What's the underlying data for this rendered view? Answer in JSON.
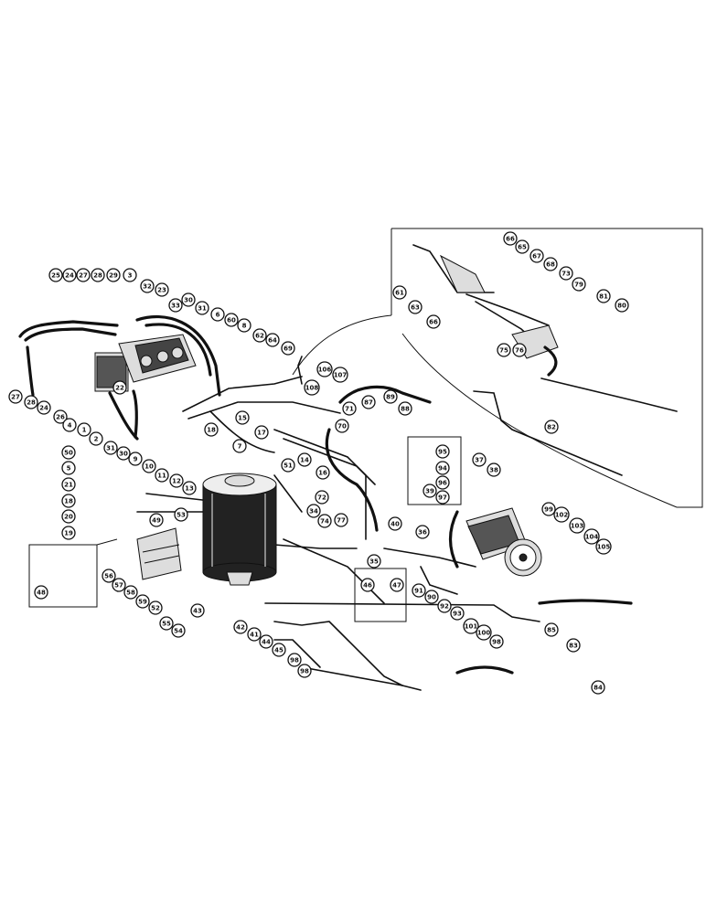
{
  "callouts": [
    {
      "id": "c25",
      "label": "25"
    },
    {
      "id": "c24a",
      "label": "24"
    },
    {
      "id": "c27a",
      "label": "27"
    },
    {
      "id": "c28a",
      "label": "28"
    },
    {
      "id": "c29",
      "label": "29"
    },
    {
      "id": "c3",
      "label": "3"
    },
    {
      "id": "c32",
      "label": "32"
    },
    {
      "id": "c23",
      "label": "23"
    },
    {
      "id": "c33",
      "label": "33"
    },
    {
      "id": "c30a",
      "label": "30"
    },
    {
      "id": "c31a",
      "label": "31"
    },
    {
      "id": "c6",
      "label": "6"
    },
    {
      "id": "c60",
      "label": "60"
    },
    {
      "id": "c8",
      "label": "8"
    },
    {
      "id": "c62",
      "label": "62"
    },
    {
      "id": "c64",
      "label": "64"
    },
    {
      "id": "c69",
      "label": "69"
    },
    {
      "id": "c27b",
      "label": "27"
    },
    {
      "id": "c28b",
      "label": "28"
    },
    {
      "id": "c24b",
      "label": "24"
    },
    {
      "id": "c26",
      "label": "26"
    },
    {
      "id": "c4",
      "label": "4"
    },
    {
      "id": "c22",
      "label": "22"
    },
    {
      "id": "c1",
      "label": "1"
    },
    {
      "id": "c2",
      "label": "2"
    },
    {
      "id": "c31b",
      "label": "31"
    },
    {
      "id": "c30b",
      "label": "30"
    },
    {
      "id": "c9",
      "label": "9"
    },
    {
      "id": "c10",
      "label": "10"
    },
    {
      "id": "c11",
      "label": "11"
    },
    {
      "id": "c12",
      "label": "12"
    },
    {
      "id": "c13",
      "label": "13"
    },
    {
      "id": "c18a",
      "label": "18"
    },
    {
      "id": "c7",
      "label": "7"
    },
    {
      "id": "c15",
      "label": "15"
    },
    {
      "id": "c17",
      "label": "17"
    },
    {
      "id": "c14",
      "label": "14"
    },
    {
      "id": "c16",
      "label": "16"
    },
    {
      "id": "c106",
      "label": "106"
    },
    {
      "id": "c107",
      "label": "107"
    },
    {
      "id": "c108",
      "label": "108"
    },
    {
      "id": "c87",
      "label": "87"
    },
    {
      "id": "c89",
      "label": "89"
    },
    {
      "id": "c88",
      "label": "88"
    },
    {
      "id": "c70",
      "label": "70"
    },
    {
      "id": "c71",
      "label": "71"
    },
    {
      "id": "c50",
      "label": "50"
    },
    {
      "id": "c5",
      "label": "5"
    },
    {
      "id": "c21",
      "label": "21"
    },
    {
      "id": "c18b",
      "label": "18"
    },
    {
      "id": "c20",
      "label": "20"
    },
    {
      "id": "c19",
      "label": "19"
    },
    {
      "id": "c51",
      "label": "51"
    },
    {
      "id": "c34",
      "label": "34"
    },
    {
      "id": "c72",
      "label": "72"
    },
    {
      "id": "c74",
      "label": "74"
    },
    {
      "id": "c77",
      "label": "77"
    },
    {
      "id": "c95",
      "label": "95"
    },
    {
      "id": "c94",
      "label": "94"
    },
    {
      "id": "c96",
      "label": "96"
    },
    {
      "id": "c97",
      "label": "97"
    },
    {
      "id": "c37",
      "label": "37"
    },
    {
      "id": "c38",
      "label": "38"
    },
    {
      "id": "c39",
      "label": "39"
    },
    {
      "id": "c36",
      "label": "36"
    },
    {
      "id": "c40",
      "label": "40"
    },
    {
      "id": "c99",
      "label": "99"
    },
    {
      "id": "c102",
      "label": "102"
    },
    {
      "id": "c103",
      "label": "103"
    },
    {
      "id": "c104",
      "label": "104"
    },
    {
      "id": "c105",
      "label": "105"
    },
    {
      "id": "c49a",
      "label": "49"
    },
    {
      "id": "c53",
      "label": "53"
    },
    {
      "id": "c48",
      "label": "48"
    },
    {
      "id": "c56",
      "label": "56"
    },
    {
      "id": "c57",
      "label": "57"
    },
    {
      "id": "c58",
      "label": "58"
    },
    {
      "id": "c59",
      "label": "59"
    },
    {
      "id": "c52",
      "label": "52"
    },
    {
      "id": "c55",
      "label": "55"
    },
    {
      "id": "c54",
      "label": "54"
    },
    {
      "id": "c43",
      "label": "43"
    },
    {
      "id": "c42",
      "label": "42"
    },
    {
      "id": "c41",
      "label": "41"
    },
    {
      "id": "c44",
      "label": "44"
    },
    {
      "id": "c45",
      "label": "45"
    },
    {
      "id": "c35",
      "label": "35"
    },
    {
      "id": "c46",
      "label": "46"
    },
    {
      "id": "c47",
      "label": "47"
    },
    {
      "id": "c91",
      "label": "91"
    },
    {
      "id": "c90",
      "label": "90"
    },
    {
      "id": "c92",
      "label": "92"
    },
    {
      "id": "c93",
      "label": "93"
    },
    {
      "id": "c101",
      "label": "101"
    },
    {
      "id": "c100",
      "label": "100"
    },
    {
      "id": "c98a",
      "label": "98"
    },
    {
      "id": "c85",
      "label": "85"
    },
    {
      "id": "c83",
      "label": "83"
    },
    {
      "id": "c84",
      "label": "84"
    },
    {
      "id": "c98b",
      "label": "98"
    },
    {
      "id": "c98c",
      "label": "98"
    },
    {
      "id": "c66a",
      "label": "66"
    },
    {
      "id": "c65",
      "label": "65"
    },
    {
      "id": "c67",
      "label": "67"
    },
    {
      "id": "c68",
      "label": "68"
    },
    {
      "id": "c73",
      "label": "73"
    },
    {
      "id": "c79",
      "label": "79"
    },
    {
      "id": "c81",
      "label": "81"
    },
    {
      "id": "c80",
      "label": "80"
    },
    {
      "id": "c61",
      "label": "61"
    },
    {
      "id": "c63",
      "label": "63"
    },
    {
      "id": "c66b",
      "label": "66"
    },
    {
      "id": "c75",
      "label": "75"
    },
    {
      "id": "c76",
      "label": "76"
    },
    {
      "id": "c82",
      "label": "82"
    }
  ]
}
